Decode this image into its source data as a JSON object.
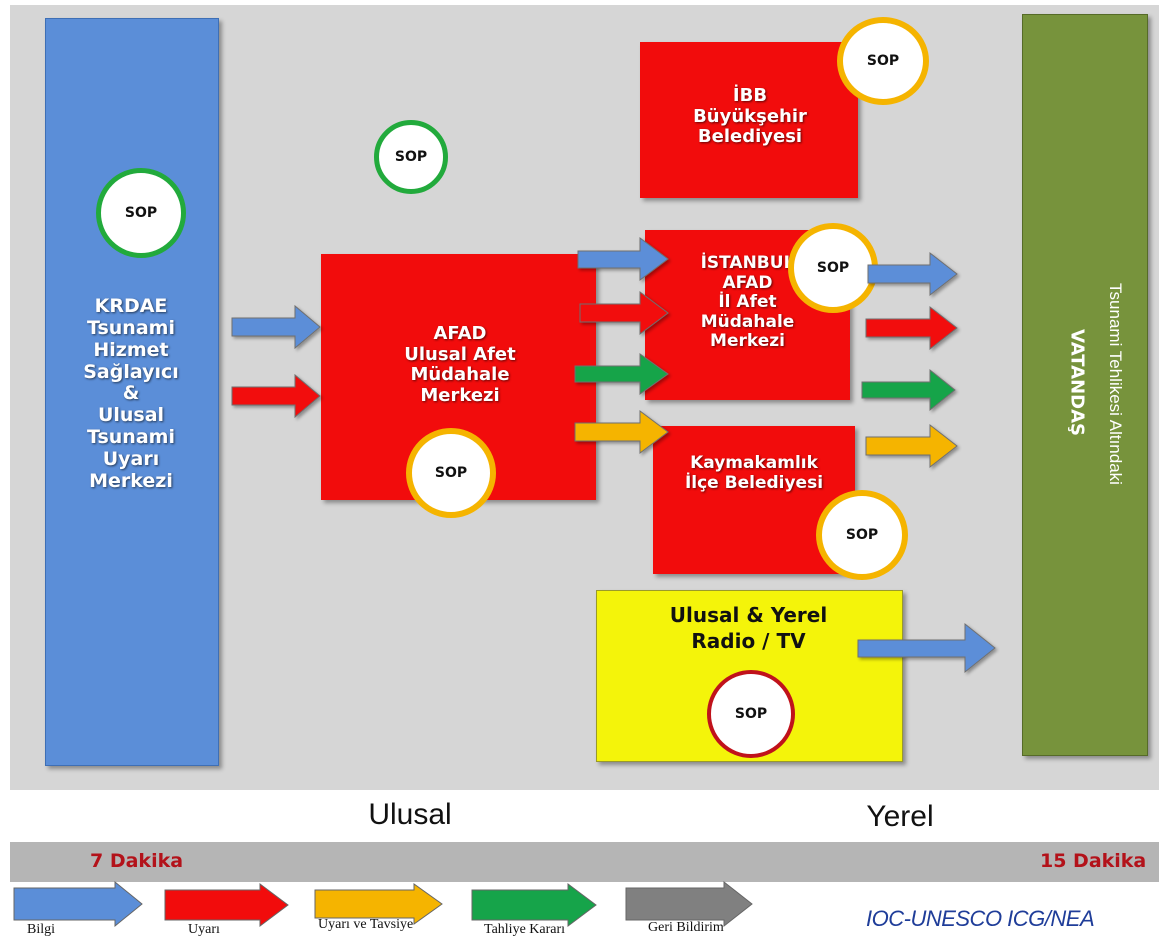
{
  "colors": {
    "blue": "#5b8ed8",
    "red": "#f20c0c",
    "green": "#16a44a",
    "orange": "#f5b400",
    "gray": "#808080",
    "olive": "#77933c",
    "yellow": "#f4f40a",
    "dark_red_text": "#b3121a"
  },
  "boxes": {
    "krdae": {
      "text": "KRDAE\nTsunami\nHizmet\nSağlayıcı\n&\nUlusal\nTsunami\nUyarı\nMerkezi"
    },
    "afad": {
      "text": "AFAD\nUlusal Afet\nMüdahale\nMerkezi"
    },
    "ibb": {
      "text": "İBB\nBüyükşehir\nBelediyesi"
    },
    "istanbul": {
      "text": "İSTANBUL\nAFAD\nİl Afet\nMüdahale\nMerkezi"
    },
    "kaymakamlik": {
      "text": "Kaymakamlık\nİlçe Belediyesi"
    },
    "radio": {
      "text": "Ulusal & Yerel\nRadio / TV"
    },
    "vatandas": {
      "bold": "VATANDAŞ",
      "normal": "Tsunami Tehlikesi Altındaki"
    }
  },
  "sop_label": "SOP",
  "band": {
    "left": "Ulusal",
    "right": "Yerel"
  },
  "timeline": {
    "start": "7 Dakika",
    "end": "15 Dakika"
  },
  "legend": [
    {
      "label": "Bilgi",
      "color": "blue"
    },
    {
      "label": "Uyarı",
      "color": "red"
    },
    {
      "label": "Uyarı ve Tavsiye",
      "color": "orange"
    },
    {
      "label": "Tahliye Kararı",
      "color": "green"
    },
    {
      "label": "Geri Bildirim",
      "color": "gray"
    }
  ],
  "credit": "IOC-UNESCO ICG/NEA"
}
